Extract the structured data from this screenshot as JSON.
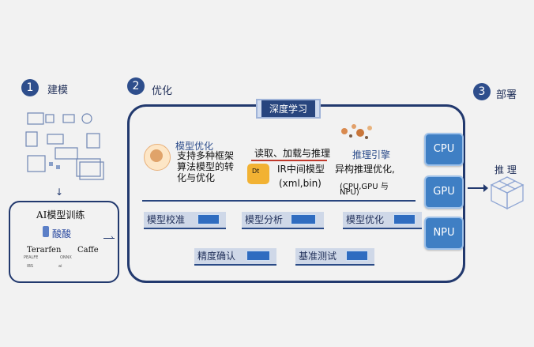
{
  "steps": [
    {
      "num": "1",
      "title": "建模"
    },
    {
      "num": "2",
      "title": "优化"
    },
    {
      "num": "3",
      "title": "部署"
    }
  ],
  "modeling": {
    "training_title": "AI模型训练",
    "framework_main": "酸酸",
    "frameworks": [
      "Terarfen",
      "Caffe"
    ],
    "small_labels": [
      "PEALFE",
      "ONNX",
      "IBS",
      "ai"
    ]
  },
  "optimize": {
    "header": "深度学习",
    "model_opt_title": "模型优化",
    "model_opt_desc": "支持多种框架算法模型的转化与优化",
    "read_load_label": "读取、加载与推理",
    "ir_icon_text": "Dt",
    "ir_label": "IR中间模型",
    "ir_format": "(xml,bin)",
    "engine_title": "推理引擎",
    "engine_desc": "异构推理优化,",
    "engine_hw": "(CPU,GPU  与",
    "engine_hw2": "NPU)",
    "tools": [
      "模型校准",
      "模型分析",
      "模型优化",
      "精度确认",
      "基准测试"
    ]
  },
  "hardware": [
    "CPU",
    "GPU",
    "NPU"
  ],
  "deploy": {
    "inference_label": "推 理"
  },
  "colors": {
    "primary": "#22396e",
    "chip": "#3f7fc4",
    "accent_red": "#c0392b",
    "gold": "#f2b233"
  }
}
